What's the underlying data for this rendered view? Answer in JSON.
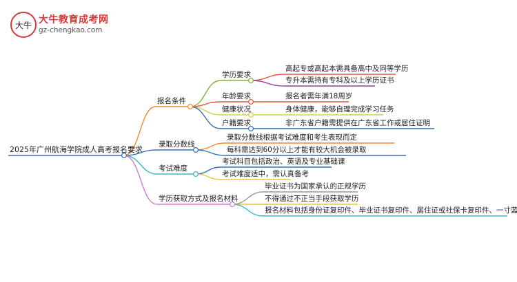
{
  "logo": {
    "name": "大牛教育成考网",
    "url": "gz-chengkao.com",
    "mark_text": "大牛"
  },
  "mindmap": {
    "root": "2025年广州航海学院成人高考报名要求",
    "branches": [
      {
        "label": "报名条件",
        "color": "#f08a2c",
        "children": [
          {
            "label": "学历要求",
            "color": "#7fb33a",
            "children": [
              {
                "label": "高起专或高起本需具备高中及同等学历",
                "color": "#e6533d"
              },
              {
                "label": "专升本需持有专科及以上学历证书",
                "color": "#8b3fa8"
              }
            ]
          },
          {
            "label": "年龄要求",
            "color": "#e6533d",
            "children": [
              {
                "label": "报名者需年满18周岁",
                "color": "#e6533d"
              }
            ]
          },
          {
            "label": "健康状况",
            "color": "#d8cf4f",
            "children": [
              {
                "label": "身体健康，能够自理完成学习任务",
                "color": "#d8cf4f"
              }
            ]
          },
          {
            "label": "户籍要求",
            "color": "#2f6fb5",
            "children": [
              {
                "label": "非广东省户籍需提供在广东省工作或居住证明",
                "color": "#2f6fb5"
              }
            ]
          }
        ]
      },
      {
        "label": "录取分数线",
        "color": "#2f6fb5",
        "children": [
          {
            "label": "录取分数线根据考试难度和考生表现而定",
            "color": "#f08a2c"
          },
          {
            "label": "每科需达到60分以上才能有较大机会被录取",
            "color": "#2f6fb5"
          }
        ]
      },
      {
        "label": "考试难度",
        "color": "#3ab7c6",
        "children": [
          {
            "label": "考试科目包括政治、英语及专业基础课",
            "color": "#2f6fb5"
          },
          {
            "label": "考试难度适中，需认真备考",
            "color": "#e6c93a"
          }
        ]
      },
      {
        "label": "学历获取方式及报名材料",
        "color": "#d07ad0",
        "children": [
          {
            "label": "毕业证书为国家承认的正规学历",
            "color": "#9a9a9a"
          },
          {
            "label": "不得通过不正当手段获取学历",
            "color": "#e6c93a"
          },
          {
            "label": "报名材料包括身份证复印件、毕业证书复印件、居住证或社保卡复印件、一寸蓝底彩照",
            "color": "#3ab7c6"
          }
        ]
      }
    ]
  }
}
